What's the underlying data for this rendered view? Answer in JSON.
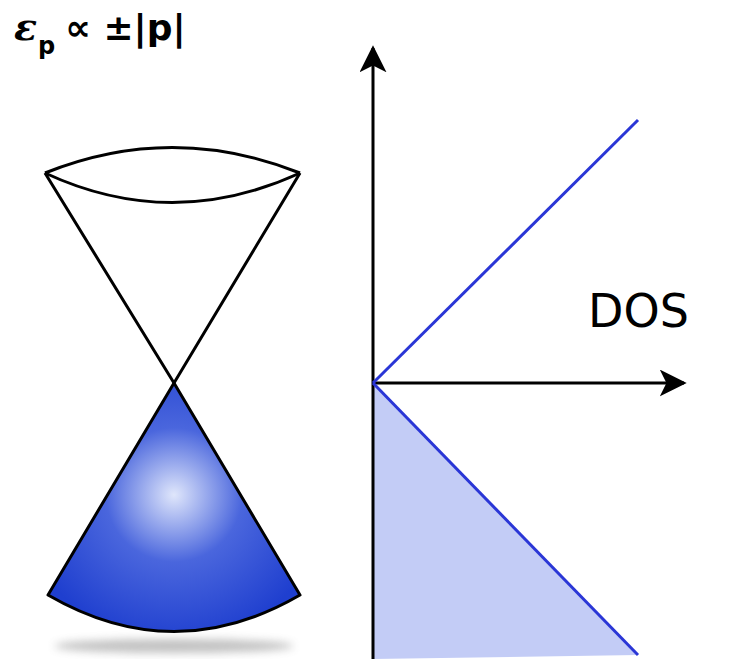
{
  "diagram": {
    "labels": [
      "ε",
      "p",
      "∝ ±|p|",
      "DOS"
    ]
  }
}
